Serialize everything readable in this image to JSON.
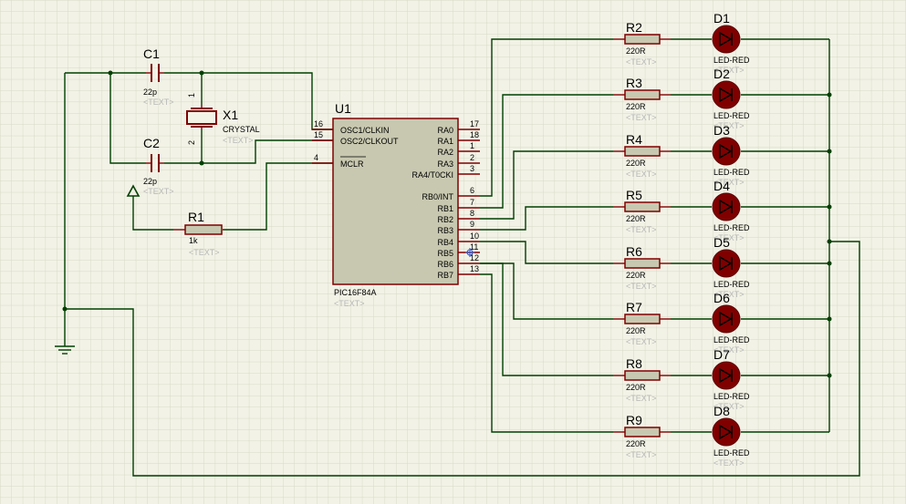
{
  "colors": {
    "background": "#f2f2e6",
    "grid_minor": "#d9d9c8",
    "grid_major": "#c4c4b0",
    "wire": "#004000",
    "component": "#800000",
    "chip_fill": "#c8c8b0",
    "placeholder_text": "#b8b8b8"
  },
  "placeholder": "<TEXT>",
  "chip": {
    "ref": "U1",
    "part": "PIC16F84A",
    "left_pins": [
      {
        "name": "OSC1/CLKIN",
        "num": "16"
      },
      {
        "name": "OSC2/CLKOUT",
        "num": "15"
      },
      {
        "name": "MCLR",
        "num": "4"
      }
    ],
    "right_pins": [
      {
        "name": "RA0",
        "num": "17"
      },
      {
        "name": "RA1",
        "num": "18"
      },
      {
        "name": "RA2",
        "num": "1"
      },
      {
        "name": "RA3",
        "num": "2"
      },
      {
        "name": "RA4/T0CKI",
        "num": "3"
      },
      {
        "name": "RB0/INT",
        "num": "6"
      },
      {
        "name": "RB1",
        "num": "7"
      },
      {
        "name": "RB2",
        "num": "8"
      },
      {
        "name": "RB3",
        "num": "9"
      },
      {
        "name": "RB4",
        "num": "10"
      },
      {
        "name": "RB5",
        "num": "11"
      },
      {
        "name": "RB6",
        "num": "12"
      },
      {
        "name": "RB7",
        "num": "13"
      }
    ]
  },
  "capacitors": [
    {
      "ref": "C1",
      "value": "22p"
    },
    {
      "ref": "C2",
      "value": "22p"
    }
  ],
  "crystal": {
    "ref": "X1",
    "value": "CRYSTAL",
    "pin1": "1",
    "pin2": "2"
  },
  "r1": {
    "ref": "R1",
    "value": "1k"
  },
  "leds": [
    {
      "res_ref": "R2",
      "res_value": "220R",
      "led_ref": "D1",
      "led_value": "LED-RED"
    },
    {
      "res_ref": "R3",
      "res_value": "220R",
      "led_ref": "D2",
      "led_value": "LED-RED"
    },
    {
      "res_ref": "R4",
      "res_value": "220R",
      "led_ref": "D3",
      "led_value": "LED-RED"
    },
    {
      "res_ref": "R5",
      "res_value": "220R",
      "led_ref": "D4",
      "led_value": "LED-RED"
    },
    {
      "res_ref": "R6",
      "res_value": "220R",
      "led_ref": "D5",
      "led_value": "LED-RED"
    },
    {
      "res_ref": "R7",
      "res_value": "220R",
      "led_ref": "D6",
      "led_value": "LED-RED"
    },
    {
      "res_ref": "R8",
      "res_value": "220R",
      "led_ref": "D7",
      "led_value": "LED-RED"
    },
    {
      "res_ref": "R9",
      "res_value": "220R",
      "led_ref": "D8",
      "led_value": "LED-RED"
    }
  ]
}
